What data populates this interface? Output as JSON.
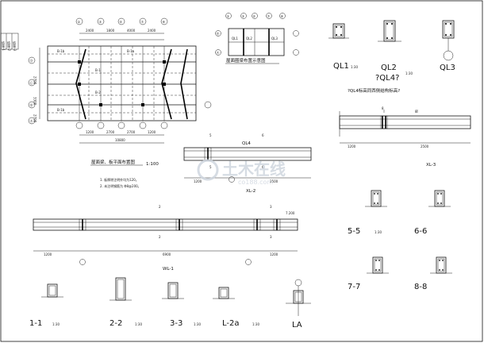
{
  "title_block": {
    "rows": [
      "结施-1",
      "结施-2",
      "结施-3"
    ]
  },
  "plan": {
    "caption": "屋面梁、板平面布置图",
    "scale": "1:100",
    "grid_top": [
      "①",
      "③",
      "⑤",
      "⑦",
      "⑨"
    ],
    "grid_left": [
      "Ⓓ",
      "Ⓒ",
      "Ⓑ",
      "Ⓐ"
    ],
    "dims_top": [
      "2400",
      "1800",
      "4000",
      "2400"
    ],
    "dims_bottom": [
      "1200",
      "2700",
      "2700",
      "1200"
    ],
    "dim_total": "10800",
    "dims_left": [
      "2700",
      "3300",
      "2700"
    ],
    "notes": [
      "1. 板厚除注明外均为120。",
      "2. 未注明钢筋为 Φ8@200。"
    ]
  },
  "ring_beam": {
    "caption": "屋面圈梁布置示意图",
    "grid_top": [
      "①",
      "③",
      "⑤",
      "⑦",
      "⑨"
    ],
    "grid_side": [
      "Ⓑ",
      "Ⓐ"
    ]
  },
  "ql_sections": {
    "labels": [
      "QL1",
      "QL2",
      "QL3"
    ],
    "ql1_scale": "1:30",
    "ql2_scale": "1:30",
    "question": "?QL4?",
    "question_note": "?QL4标高同西侧结构标高?"
  },
  "ql4_beam": {
    "label": "QL4",
    "tag": "XL-2",
    "dims": [
      "1200",
      "2500"
    ]
  },
  "xl3_beam": {
    "tag": "XL-3",
    "dims": [
      "1200",
      "2500"
    ]
  },
  "wl1_beam": {
    "tag": "WL-1",
    "dims": [
      "1200",
      "6900",
      "1200"
    ],
    "elev": "7.200"
  },
  "sections_right": [
    "5-5",
    "6-6",
    "7-7",
    "8-8"
  ],
  "sections_right_scale": "1:30",
  "sections_bottom": [
    {
      "label": "1-1",
      "scale": "1:30"
    },
    {
      "label": "2-2",
      "scale": "1:30"
    },
    {
      "label": "3-3",
      "scale": "1:30"
    },
    {
      "label": "L-2a",
      "scale": "1:30"
    },
    {
      "label": "LA",
      "scale": ""
    }
  ],
  "watermark": {
    "main": "土木在线",
    "sub": "co188.com"
  }
}
